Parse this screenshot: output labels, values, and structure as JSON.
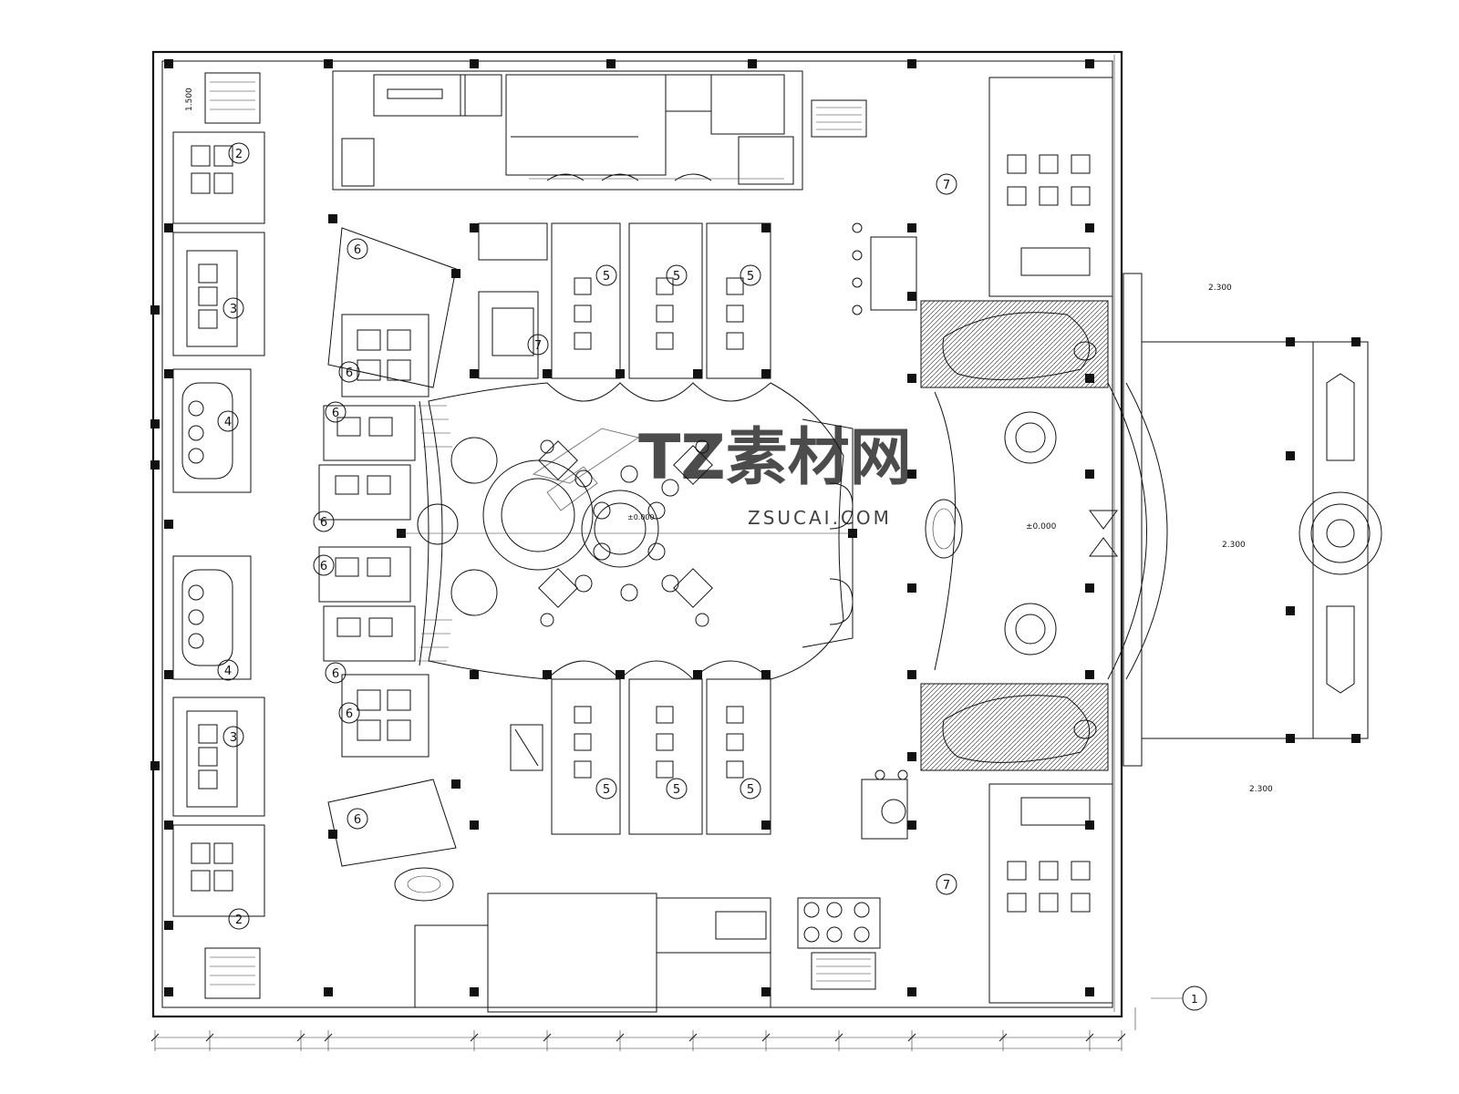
{
  "watermark": {
    "brand": "TZ素材网",
    "url": "ZSUCAI.COM"
  },
  "zone_markers": {
    "two_top": "2",
    "two_bottom": "2",
    "three_top": "3",
    "three_bottom": "3",
    "four_top": "4",
    "four_bottom": "4",
    "five_t1": "5",
    "five_t2": "5",
    "five_t3": "5",
    "five_b1": "5",
    "five_b2": "5",
    "five_b3": "5",
    "six_top": "6",
    "six_r1": "6",
    "six_r2": "6",
    "six_r3": "6",
    "six_r4": "6",
    "six_r5": "6",
    "six_r6": "6",
    "six_bottom": "6",
    "seven_top": "7",
    "seven_bottom": "7",
    "seven_mid": "7"
  },
  "dimensions": {
    "left_top": "1.500",
    "east_top": "2.300",
    "east_mid": "2.300",
    "east_bottom": "2.300",
    "lobby_level": "±0.000",
    "central_level": "±0.000"
  },
  "grid_axis": {
    "right_bubble": "1"
  },
  "colors": {
    "line": "#111111",
    "watermark": "#b5b5b5"
  }
}
